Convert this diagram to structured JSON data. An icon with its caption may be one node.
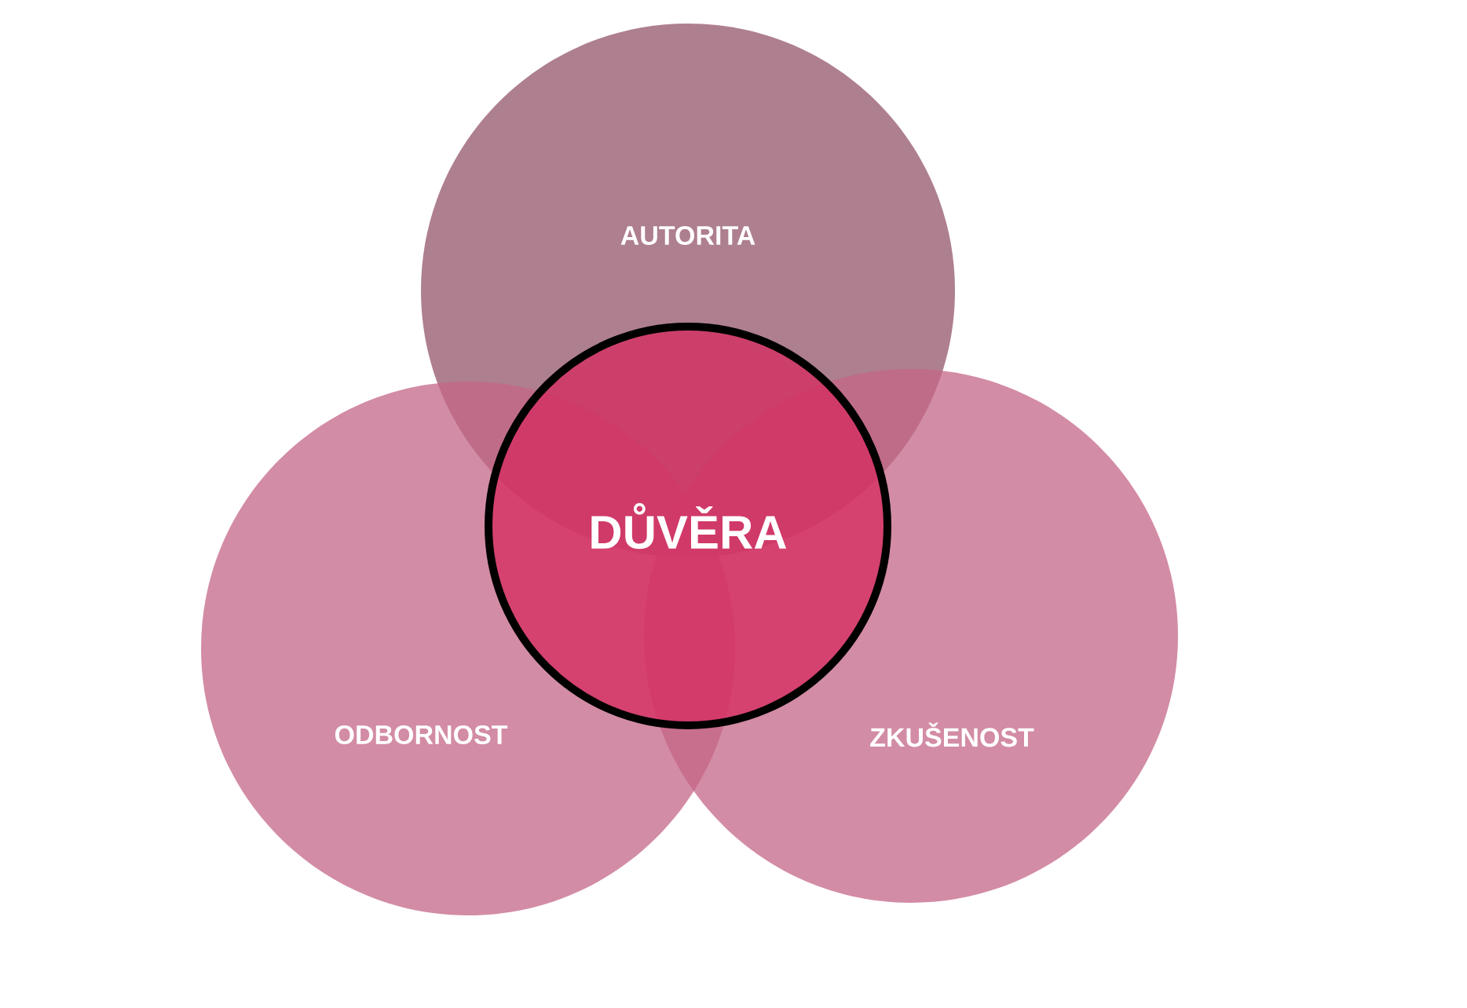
{
  "diagram": {
    "nodes": [
      {
        "text": [
          "AUTORITA"
        ]
      },
      {
        "text": [
          "ODBORNOST"
        ]
      },
      {
        "text": [
          "ZKUŠENOST"
        ]
      },
      {
        "text": [
          "DŮVĚRA"
        ]
      }
    ]
  }
}
